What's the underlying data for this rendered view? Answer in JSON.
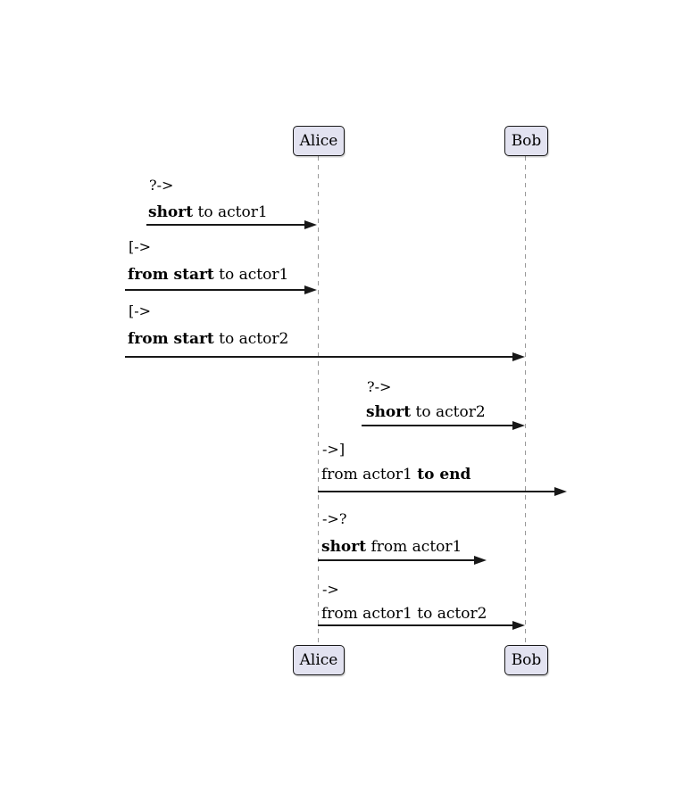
{
  "diagram_type": "sequence-diagram",
  "colors": {
    "background": "#FFFFFF",
    "participant_fill": "#E2E2F0",
    "participant_border": "#181818",
    "lifeline": "#999999",
    "arrow": "#181818",
    "text": "#000000"
  },
  "participants": {
    "alice": "Alice",
    "bob": "Bob"
  },
  "messages": [
    {
      "prefix": "?->",
      "label": {
        "pre": "",
        "bold": "short",
        "post": " to actor1"
      }
    },
    {
      "prefix": "[->",
      "label": {
        "pre": "",
        "bold": "from start",
        "post": " to actor1"
      }
    },
    {
      "prefix": "[->",
      "label": {
        "pre": "",
        "bold": "from start",
        "post": " to actor2"
      }
    },
    {
      "prefix": "?->",
      "label": {
        "pre": "",
        "bold": "short",
        "post": " to actor2"
      }
    },
    {
      "prefix": "->]",
      "label": {
        "pre": "from actor1 ",
        "bold": "to end",
        "post": ""
      }
    },
    {
      "prefix": "->?",
      "label": {
        "pre": "",
        "bold": "short",
        "post": " from actor1"
      }
    },
    {
      "prefix": "->",
      "label": {
        "pre": "from actor1 to actor2",
        "bold": "",
        "post": ""
      }
    }
  ]
}
